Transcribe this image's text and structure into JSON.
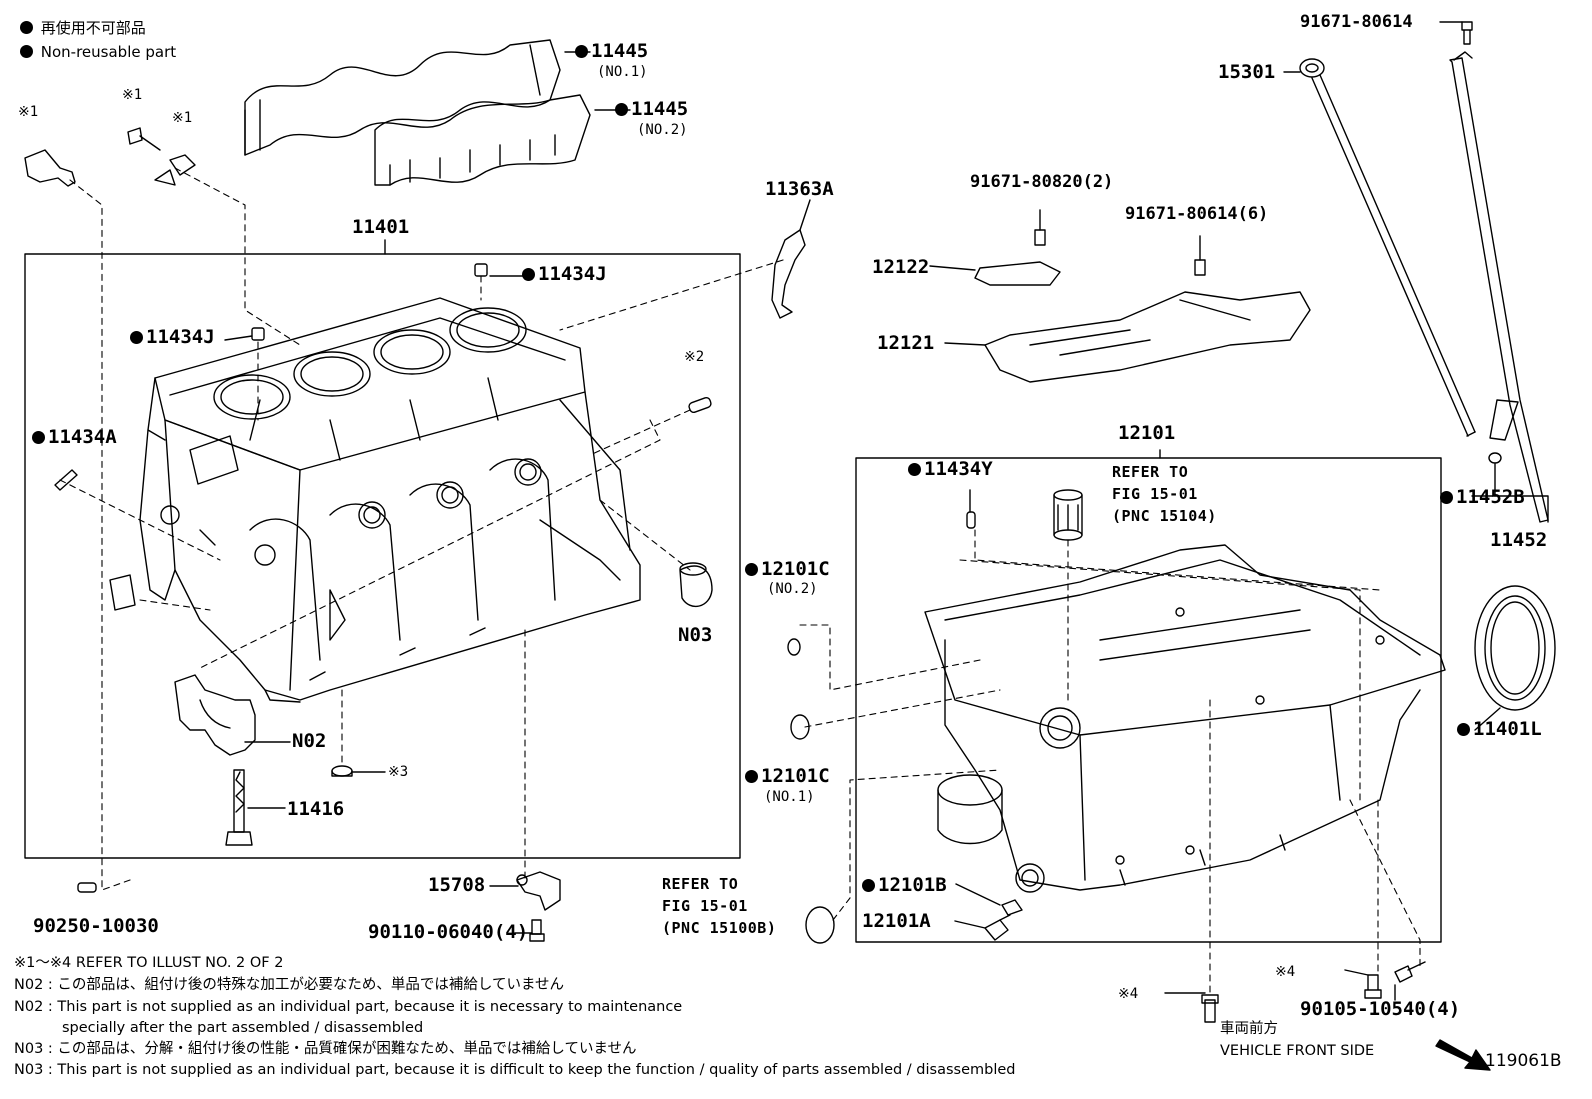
{
  "legend": {
    "jp": "再使用不可部品",
    "en": "Non-reusable part"
  },
  "block_group": {
    "number": "11401",
    "parts": {
      "p11445_1": {
        "num": "11445",
        "sub": "(NO.1)"
      },
      "p11445_2": {
        "num": "11445",
        "sub": "(NO.2)"
      },
      "p11434J_a": "11434J",
      "p11434J_b": "11434J",
      "p11434A": "11434A",
      "p11363A": "11363A",
      "n02": "N02",
      "n03": "N03",
      "p11416": "11416",
      "p15708": "15708",
      "p90250": "90250-10030",
      "p90110": "90110-06040(4)",
      "ref1a": "※1",
      "ref1b": "※1",
      "ref1c": "※1",
      "ref2": "※2",
      "ref3": "※3"
    }
  },
  "top_right": {
    "p91671_80614": "91671-80614",
    "p15301": "15301",
    "p91671_80820": "91671-80820(2)",
    "p91671_80614_6": "91671-80614(6)",
    "p12122": "12122",
    "p12121": "12121",
    "p11452B": "11452B",
    "p11452": "11452"
  },
  "pan_group": {
    "number": "12101",
    "parts": {
      "p11434Y": "11434Y",
      "refer_fig": [
        "REFER TO",
        "FIG 15-01",
        "(PNC 15104)"
      ],
      "p12101C_2": {
        "num": "12101C",
        "sub": "(NO.2)"
      },
      "p12101C_1": {
        "num": "12101C",
        "sub": "(NO.1)"
      },
      "p12101B": "12101B",
      "p12101A": "12101A",
      "refer_fig2": [
        "REFER TO",
        "FIG 15-01",
        "(PNC 15100B)"
      ],
      "ref4a": "※4",
      "ref4b": "※4",
      "p90105": "90105-10540(4)",
      "p11401L": "11401L"
    }
  },
  "notes": [
    "※1～※4  REFER TO ILLUST NO. 2 OF 2",
    "N02 : この部品は、組付け後の特殊な加工が必要なため、単品では補給していません",
    "N02 : This part is not supplied as an individual part, because it is necessary to maintenance",
    "specially after the part assembled / disassembled",
    "N03 : この部品は、分解・組付け後の性能・品質確保が困難なため、単品では補給していません",
    "N03 : This part is not supplied as an individual part, because it is difficult to keep the function / quality of parts  assembled / disassembled"
  ],
  "vehicle_front": {
    "jp": "車両前方",
    "en": "VEHICLE FRONT SIDE"
  },
  "figure_id": "119061B"
}
